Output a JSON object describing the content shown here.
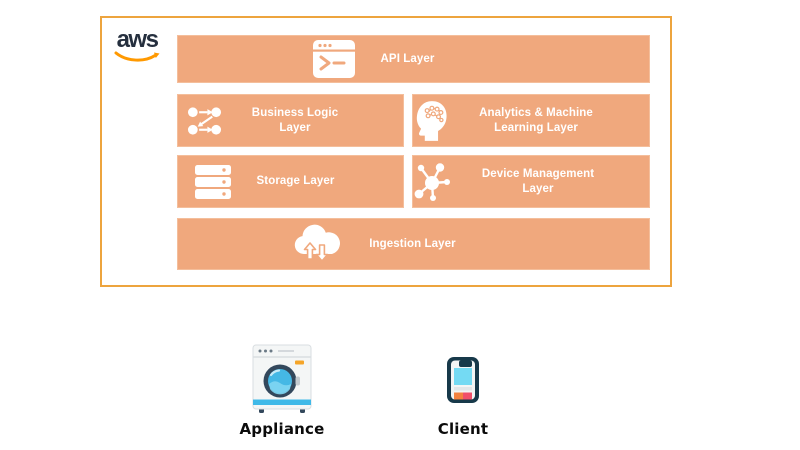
{
  "aws_box": {
    "logo_text": "aws",
    "logo_swoosh_color": "#FF9900",
    "logo_text_color": "#252F3E",
    "border_color": "#EDA43E",
    "bar_color": "#F0A87D",
    "bar_text_color": "#FFFFFF"
  },
  "layers": {
    "api": {
      "label": "API Layer",
      "icon": "terminal-window-icon"
    },
    "business_logic": {
      "label": "Business Logic Layer",
      "icon": "workflow-nodes-icon"
    },
    "analytics": {
      "label": "Analytics & Machine Learning Layer",
      "icon": "head-brain-icon"
    },
    "storage": {
      "label": "Storage Layer",
      "icon": "server-stack-icon"
    },
    "device_management": {
      "label": "Device Management Layer",
      "icon": "network-hub-icon"
    },
    "ingestion": {
      "label": "Ingestion Layer",
      "icon": "cloud-up-down-icon"
    }
  },
  "endpoints": {
    "appliance": {
      "label": "Appliance",
      "icon": "washing-machine-icon"
    },
    "client": {
      "label": "Client",
      "icon": "smartphone-icon"
    }
  }
}
